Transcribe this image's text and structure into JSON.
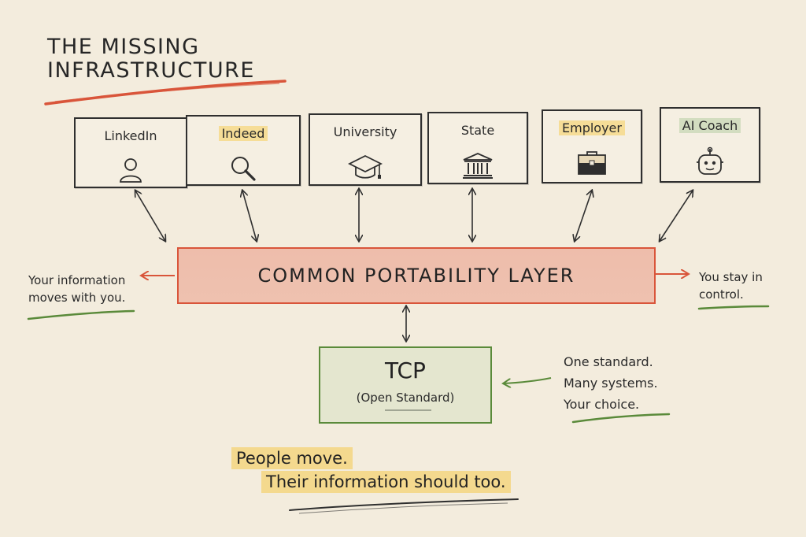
{
  "title": {
    "line1": "THE MISSING",
    "line2": "INFRASTRUCTURE"
  },
  "sources": [
    {
      "label": "LinkedIn",
      "icon": "person-icon"
    },
    {
      "label": "Indeed",
      "icon": "magnifier-icon"
    },
    {
      "label": "University",
      "icon": "graduation-cap-icon"
    },
    {
      "label": "State",
      "icon": "government-building-icon"
    },
    {
      "label": "Employer",
      "icon": "briefcase-icon"
    },
    {
      "label": "AI Coach",
      "icon": "robot-icon"
    }
  ],
  "layer": {
    "label": "COMMON PORTABILITY LAYER"
  },
  "left_note": {
    "line1": "Your information",
    "line2": "moves with you."
  },
  "right_note": {
    "line1": "You stay in",
    "line2": "control."
  },
  "tcp": {
    "title": "TCP",
    "subtitle": "(Open Standard)"
  },
  "tcp_note": {
    "line1": "One standard.",
    "line2": "Many systems.",
    "line3": "Your choice."
  },
  "tagline": {
    "line1": "People move.",
    "line2": "Their information should too."
  },
  "colors": {
    "background": "#f3ecdd",
    "ink": "#2a2a2a",
    "red_accent": "#d9553a",
    "green_accent": "#5a8a3a",
    "yellow_highlight": "#f5cd5a"
  }
}
